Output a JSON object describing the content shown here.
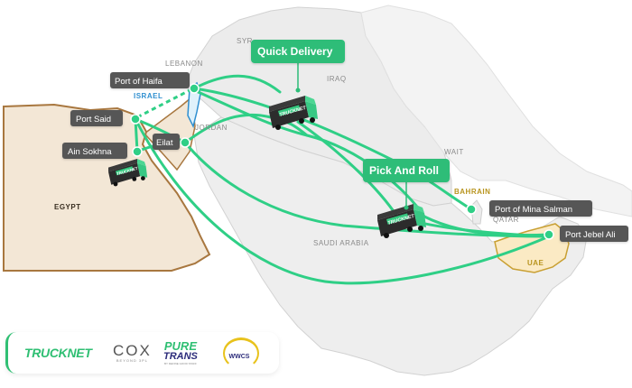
{
  "countries": {
    "syria": "SYR",
    "lebanon": "LEBANON",
    "israel": "ISRAEL",
    "iraq": "IRAQ",
    "jordan": "JORDAN",
    "kuwait": "WAIT",
    "egypt": "EGYPT",
    "saudi_arabia": "SAUDI ARABIA",
    "bahrain": "BAHRAIN",
    "qatar": "QATAR",
    "uae": "UAE"
  },
  "ports": [
    {
      "name": "Port of Haifa"
    },
    {
      "name": "Port Said"
    },
    {
      "name": "Ain Sokhna"
    },
    {
      "name": "Eilat"
    },
    {
      "name": "Port of Mina Salman"
    },
    {
      "name": "Port Jebel Ali"
    }
  ],
  "services": {
    "quick_delivery": "Quick Delivery",
    "pick_and_roll": "Pick And Roll"
  },
  "truck_brand": "TRUCKNET",
  "partners": {
    "trucknet": "TRUCKNET",
    "cox_main": "COX",
    "cox_tagline": "BEYOND 3PL",
    "pure_line1": "PURE",
    "pure_line2": "TRANS",
    "pure_tagline": "BY DEFINE GOOD STAFF",
    "wwcs": "WWCS"
  },
  "colors": {
    "route_green": "#2fcf86",
    "label_green": "#2dbd78",
    "pin_label_bg": "#575757",
    "egypt_fill": "#f3e7d6",
    "egypt_border": "#a8773f",
    "uae_fill": "#fbeac4",
    "uae_border": "#c9a033",
    "land": "#ececec",
    "truck_dark": "#2c2c2c"
  }
}
